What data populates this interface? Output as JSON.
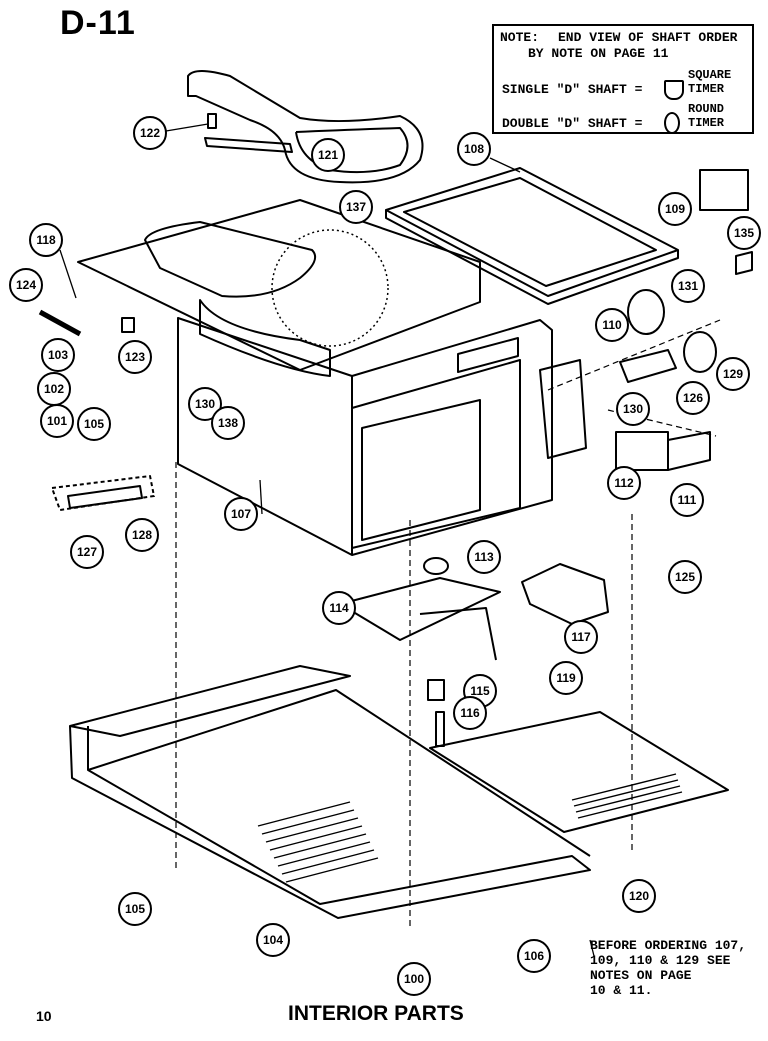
{
  "header": {
    "title": "D-11"
  },
  "note": {
    "label": "NOTE:",
    "line1": "END VIEW OF SHAFT ORDER",
    "line2": "BY NOTE ON PAGE 11",
    "single": "SINGLE \"D\" SHAFT =",
    "single_timer": "SQUARE\nTIMER",
    "double": "DOUBLE \"D\" SHAFT =",
    "double_timer": "ROUND\nTIMER"
  },
  "before_note": "BEFORE ORDERING 107,\n109, 110 & 129 SEE\nNOTES ON PAGE\n10 & 11.",
  "footer": {
    "title": "INTERIOR PARTS",
    "page_number": "10"
  },
  "callouts": [
    {
      "id": "c122",
      "label": "122"
    },
    {
      "id": "c121",
      "label": "121"
    },
    {
      "id": "c108a",
      "label": "108"
    },
    {
      "id": "c137",
      "label": "137"
    },
    {
      "id": "c118",
      "label": "118"
    },
    {
      "id": "c124",
      "label": "124"
    },
    {
      "id": "c103",
      "label": "103"
    },
    {
      "id": "c102",
      "label": "102"
    },
    {
      "id": "c101",
      "label": "101"
    },
    {
      "id": "c105a",
      "label": "105"
    },
    {
      "id": "c123",
      "label": "123"
    },
    {
      "id": "c130a",
      "label": "130"
    },
    {
      "id": "c138",
      "label": "138"
    },
    {
      "id": "c107",
      "label": "107"
    },
    {
      "id": "c128",
      "label": "128"
    },
    {
      "id": "c127",
      "label": "127"
    },
    {
      "id": "c109",
      "label": "109"
    },
    {
      "id": "c135",
      "label": "135"
    },
    {
      "id": "c131",
      "label": "131"
    },
    {
      "id": "c110",
      "label": "110"
    },
    {
      "id": "c129",
      "label": "129"
    },
    {
      "id": "c126",
      "label": "126"
    },
    {
      "id": "c130b",
      "label": "130"
    },
    {
      "id": "c112",
      "label": "112"
    },
    {
      "id": "c111",
      "label": "111"
    },
    {
      "id": "c125",
      "label": "125"
    },
    {
      "id": "c113",
      "label": "113"
    },
    {
      "id": "c114",
      "label": "114"
    },
    {
      "id": "c117",
      "label": "117"
    },
    {
      "id": "c115",
      "label": "115"
    },
    {
      "id": "c116",
      "label": "116"
    },
    {
      "id": "c119",
      "label": "119"
    },
    {
      "id": "c120",
      "label": "120"
    },
    {
      "id": "c105b",
      "label": "105"
    },
    {
      "id": "c104",
      "label": "104"
    },
    {
      "id": "c100",
      "label": "100"
    },
    {
      "id": "c106",
      "label": "106"
    }
  ]
}
